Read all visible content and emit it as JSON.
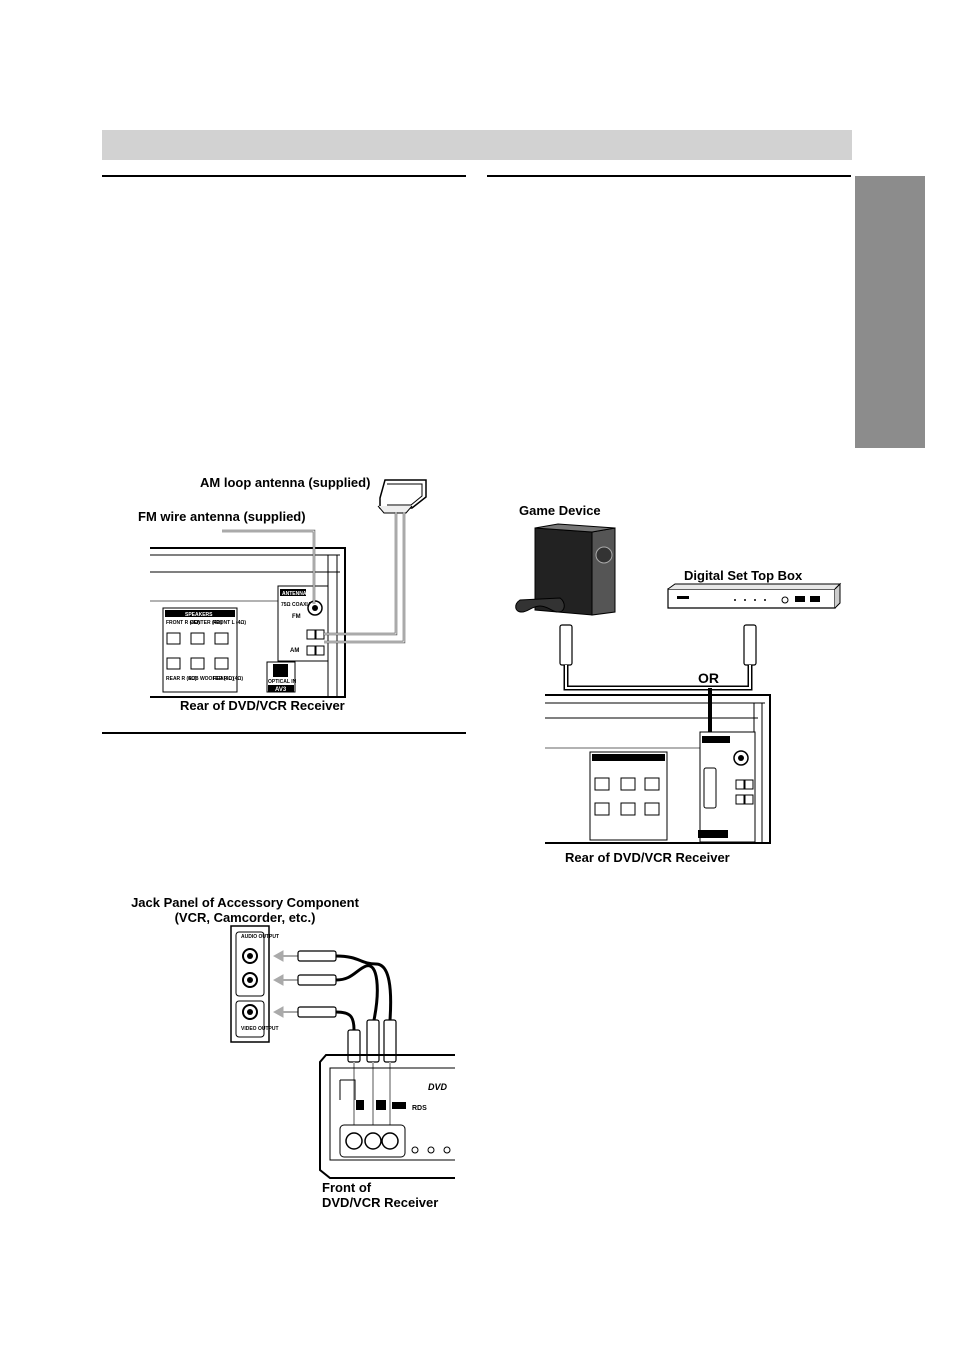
{
  "section_header": "",
  "left_top": {
    "am_label": "AM loop antenna (supplied)",
    "fm_label": "FM wire antenna (supplied)",
    "rear_label": "Rear of DVD/VCR Receiver",
    "panel": {
      "antenna": "ANTENNA",
      "fm_coaxial": "75Ω COAXIAL",
      "fm": "FM",
      "am": "AM",
      "speakers": "SPEAKERS",
      "front_r": "FRONT R (4Ω)",
      "center": "CENTER (4Ω)",
      "front_l": "FRONT L (4Ω)",
      "rear_r": "REAR R (4Ω)",
      "subwoofer": "SUB WOOFER (4Ω)",
      "rear_l": "REAR L (4Ω)",
      "optical_in": "OPTICAL IN",
      "av3": "AV3"
    }
  },
  "left_bottom": {
    "jack_title_1": "Jack Panel of Accessory Component",
    "jack_title_2": "(VCR, Camcorder, etc.)",
    "audio_output": "AUDIO OUTPUT",
    "video_output": "VIDEO OUTPUT",
    "front_label_1": "Front of",
    "front_label_2": "DVD/VCR Receiver",
    "dvd_logo": "DVD",
    "rds": "RDS"
  },
  "right": {
    "game_label": "Game Device",
    "stb_label": "Digital Set Top Box",
    "or_label": "OR",
    "rear_label": "Rear of DVD/VCR Receiver"
  }
}
